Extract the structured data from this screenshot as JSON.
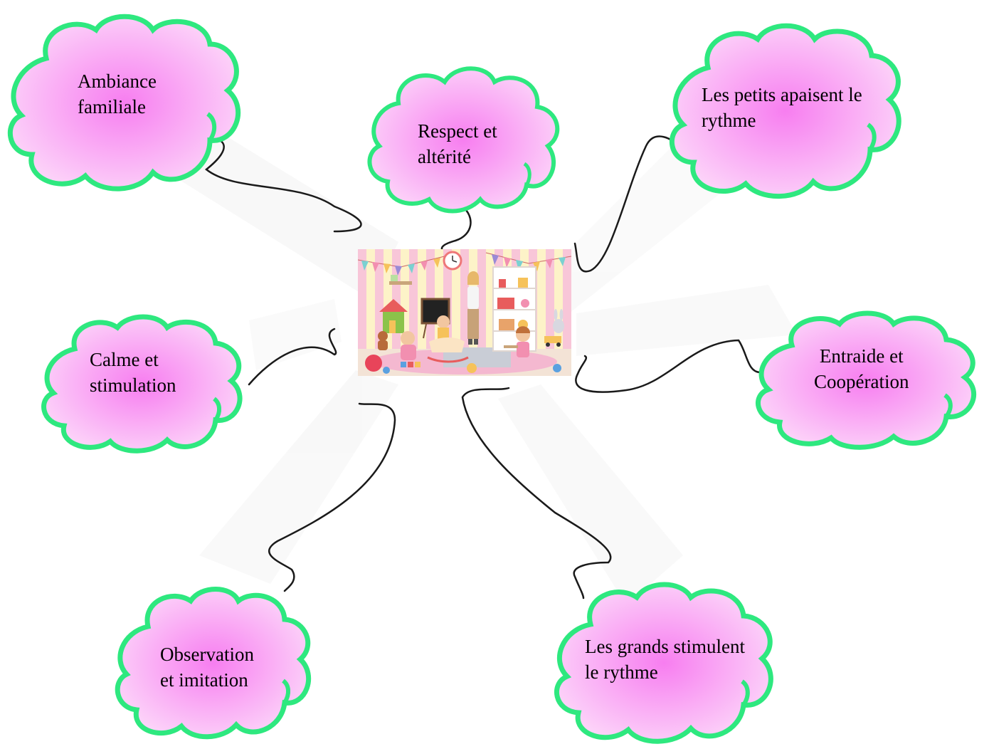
{
  "clouds": [
    {
      "id": "ambiance-familiale",
      "lines": [
        "Ambiance",
        "familiale"
      ]
    },
    {
      "id": "respect-alterite",
      "lines": [
        "Respect et",
        "altérité"
      ]
    },
    {
      "id": "petits-apaisent",
      "lines": [
        "Les petits apaisent le",
        "rythme"
      ]
    },
    {
      "id": "calme-stimulation",
      "lines": [
        "Calme et",
        "stimulation"
      ]
    },
    {
      "id": "entraide-cooperation",
      "lines": [
        "Entraide et",
        "Coopération"
      ]
    },
    {
      "id": "observation-imitation",
      "lines": [
        "Observation",
        "et imitation"
      ]
    },
    {
      "id": "grands-stimulent",
      "lines": [
        "Les grands stimulent",
        "le rythme"
      ]
    }
  ],
  "colors": {
    "cloud_fill_center": "#f77ef0",
    "cloud_fill_edge": "#fbd0f8",
    "cloud_outline": "#2ee87f",
    "connector": "#1a1a1a"
  },
  "center_image": {
    "icon": "classroom-illustration"
  }
}
